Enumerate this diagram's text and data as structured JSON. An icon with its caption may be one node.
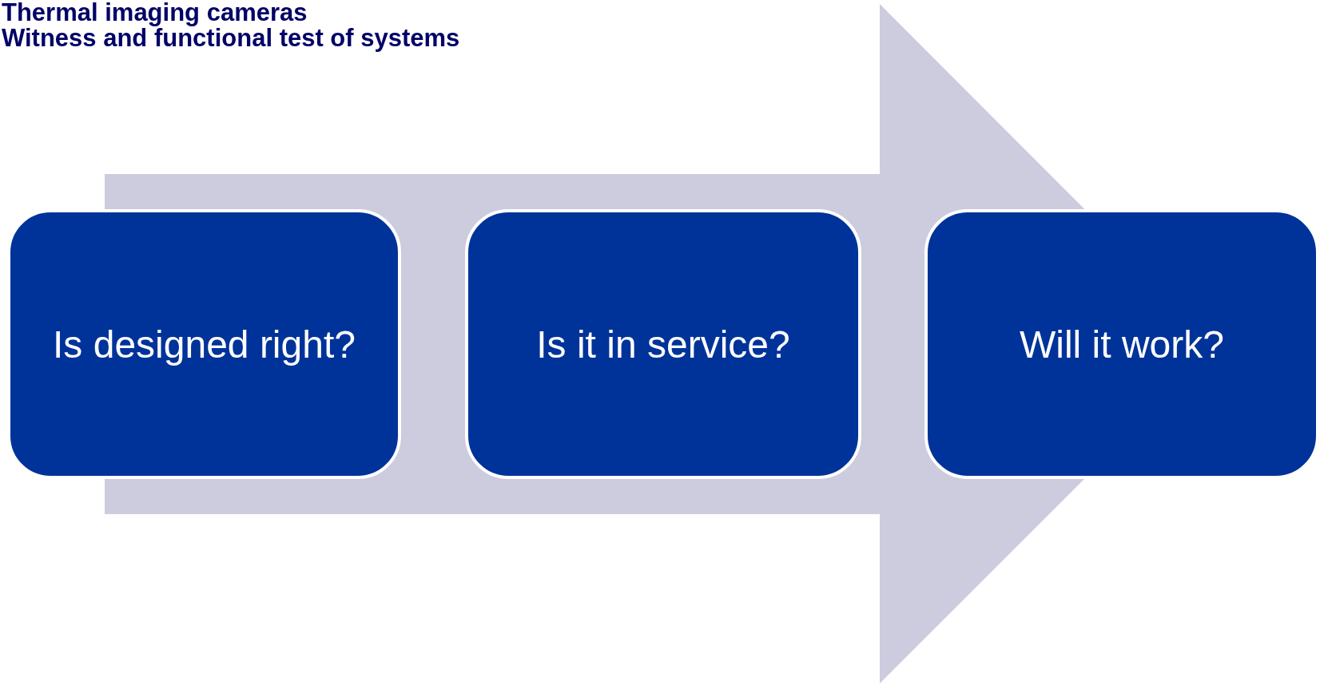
{
  "diagram": {
    "nodes": [
      {
        "text": [
          "Is designed right?"
        ]
      },
      {
        "text": [
          "Is it in service?"
        ]
      },
      {
        "text": [
          "Will it work?"
        ]
      }
    ],
    "edges": [
      {
        "from": 0,
        "to": 2,
        "arrow": "to"
      }
    ],
    "labels": [
      "Thermal imaging cameras",
      "Witness and functional test of systems"
    ]
  }
}
